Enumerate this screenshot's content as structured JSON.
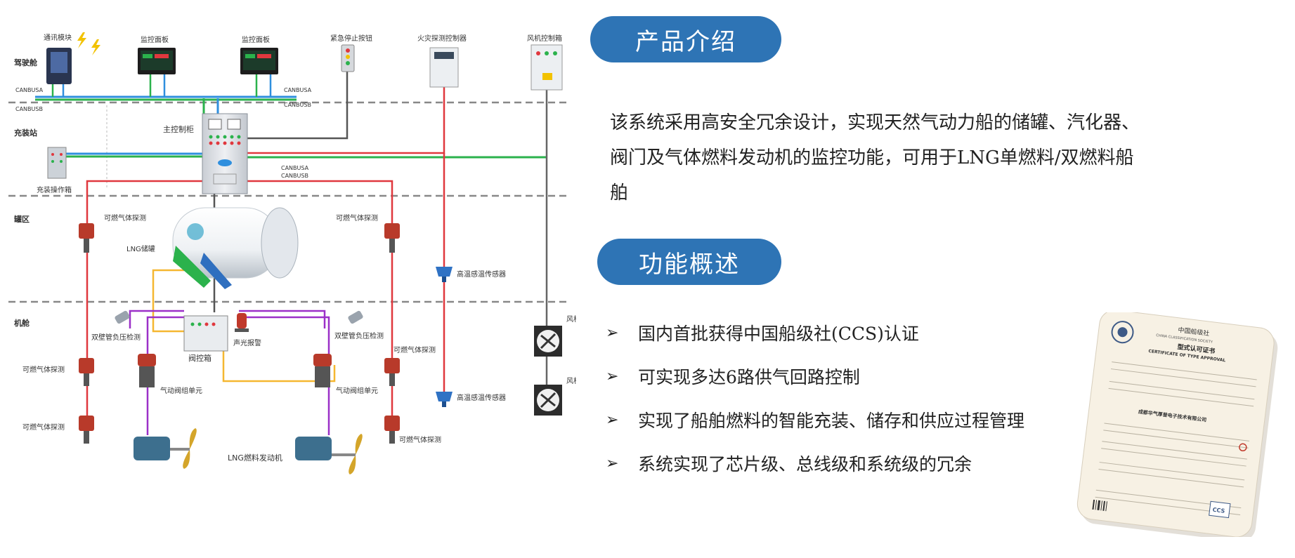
{
  "sections": {
    "intro_title": "产品介绍",
    "intro_text": "该系统采用高安全冗余设计，实现天然气动力船的储罐、汽化器、阀门及气体燃料发动机的监控功能，可用于LNG单燃料/双燃料船舶",
    "function_title": "功能概述",
    "features": [
      {
        "label": "国内首批获得中国船级社(CCS)认证"
      },
      {
        "label": "可实现多达6路供气回路控制"
      },
      {
        "label": "实现了船舶燃料的智能充装、储存和供应过程管理"
      },
      {
        "label": "系统实现了芯片级、总线级和系统级的冗余"
      }
    ],
    "bullet_glyph": "➢"
  },
  "diagram": {
    "zones": {
      "bridge": "驾驶舱",
      "bunker": "充装站",
      "tank": "罐区",
      "engine": "机舱"
    },
    "bridge_devices": {
      "comm": "通讯模块",
      "monitor1": "监控面板",
      "monitor2": "监控面板",
      "estop": "紧急停止按钮",
      "fire": "火灾探测控制器",
      "fan_ctrl": "风机控制箱"
    },
    "bus": {
      "a1": "CANBUSA",
      "b1": "CANBUSB",
      "a2": "CANBUSA",
      "b2": "CANBUSB",
      "a3": "CANBUSA",
      "b3": "CANBUSB"
    },
    "main_cabinet": "主控制柜",
    "bunker_panel": "充装操作箱",
    "tank": {
      "label": "LNG储罐",
      "gas1": "可燃气体探测",
      "gas2": "可燃气体探测",
      "temp": "高温感温传感器"
    },
    "engine": {
      "pressure_l": "双壁管负压检测",
      "pressure_r": "双壁管负压检测",
      "valve_box": "阀控箱",
      "alarm": "声光报警",
      "gv_l": "气动阀组单元",
      "gv_r": "气动阀组单元",
      "gas_l1": "可燃气体探测",
      "gas_l2": "可燃气体探测",
      "gas_r1": "可燃气体探测",
      "gas_r2": "可燃气体探测",
      "temp2": "高温感温传感器",
      "fan1": "风机",
      "fan2": "风机",
      "lng_engine": "LNG燃料发动机"
    }
  },
  "certificate": {
    "org_cn": "中国船级社",
    "org_en": "CHINA CLASSIFICATION SOCIETY",
    "title_cn": "型式认可证书",
    "title_en": "CERTIFICATE OF TYPE APPROVAL",
    "company_cn": "成都华气厚普电子技术有限公司",
    "mark": "CCS"
  },
  "colors": {
    "accent": "#2e74b5",
    "bus_blue": "#2f8fde",
    "bus_green": "#2bb24c",
    "line_red": "#e0383e",
    "line_orange": "#f5b731",
    "line_purple": "#9b30c8",
    "dash": "#888888"
  }
}
